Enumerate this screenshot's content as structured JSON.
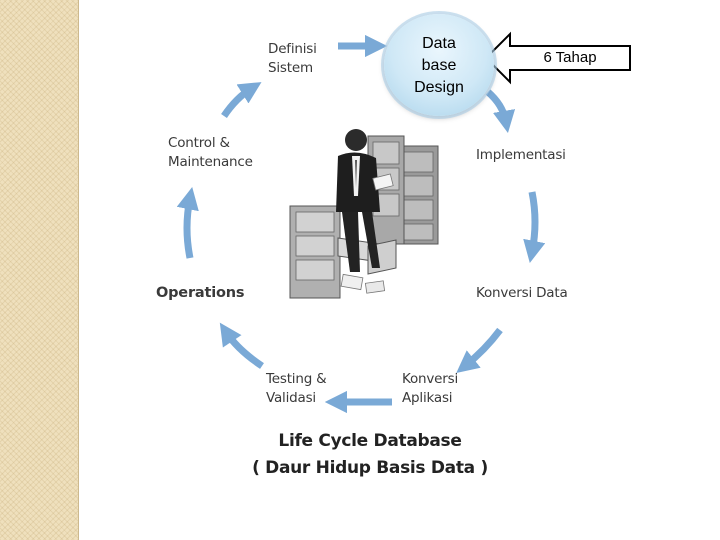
{
  "diagram": {
    "stages": [
      {
        "id": "definisi-sistem",
        "lines": [
          "Definisi",
          "Sistem"
        ]
      },
      {
        "id": "database-design",
        "lines": [
          "Data",
          "base",
          "Design"
        ]
      },
      {
        "id": "implementasi",
        "lines": [
          "Implementasi"
        ]
      },
      {
        "id": "konversi-data",
        "lines": [
          "Konversi Data"
        ]
      },
      {
        "id": "konversi-aplikasi",
        "lines": [
          "Konversi",
          "Aplikasi"
        ]
      },
      {
        "id": "testing-validasi",
        "lines": [
          "Testing &",
          "Validasi"
        ]
      },
      {
        "id": "operations",
        "lines": [
          "Operations"
        ]
      },
      {
        "id": "control-maintenance",
        "lines": [
          "Control &",
          "Maintenance"
        ]
      }
    ],
    "callout": {
      "label": "6 Tahap"
    },
    "caption": {
      "line1": "Life Cycle Database",
      "line2": "( Daur Hidup Basis Data )"
    },
    "center_image": {
      "description_icon": "businessman-filing-cabinets-icon"
    },
    "colors": {
      "arrow": "#7aa9d6",
      "circle_fill": "#cfe8f6",
      "label_text": "#3a3a3a",
      "sidebar": "#efe0bd"
    }
  }
}
